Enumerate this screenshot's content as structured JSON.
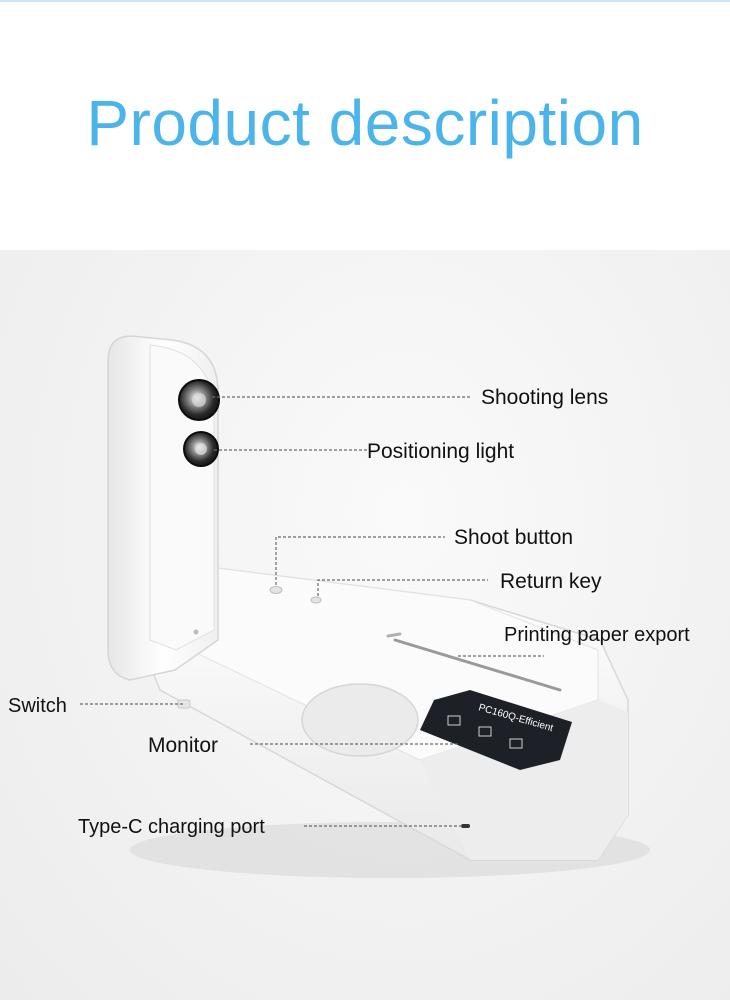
{
  "title": "Product description",
  "device": {
    "screen_text": "PC160Q-Efficient"
  },
  "callouts": {
    "shooting_lens": "Shooting lens",
    "positioning_light": "Positioning light",
    "shoot_button": "Shoot button",
    "return_key": "Return key",
    "printing_paper_export": "Printing paper export",
    "switch": "Switch",
    "monitor": "Monitor",
    "type_c_port": "Type-C charging port"
  },
  "colors": {
    "title": "#4bb4ea",
    "leader_line": "#6a6a6a",
    "device_body": "#f7f7f7",
    "device_screen": "#1d2127"
  }
}
